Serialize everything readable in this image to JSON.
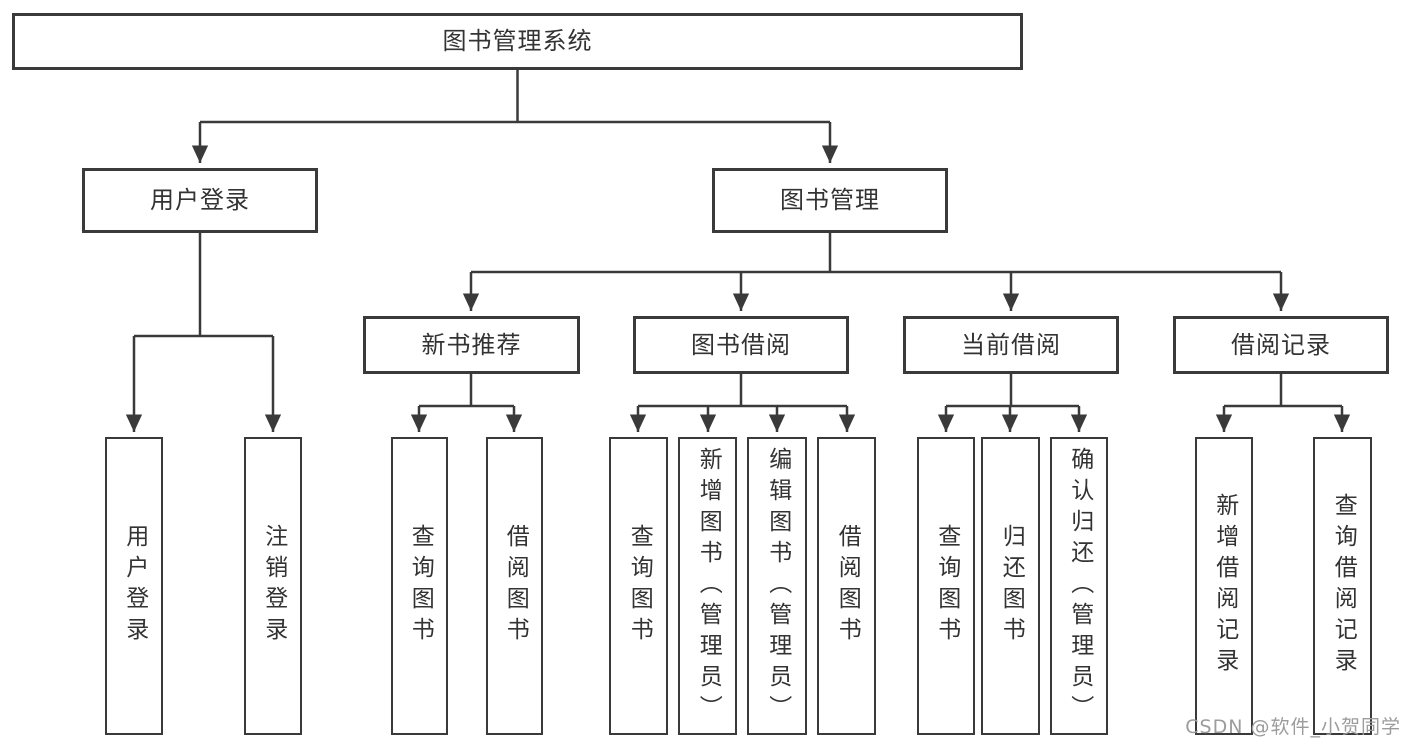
{
  "diagram": {
    "nodes": {
      "root": "图书管理系统",
      "user_login": "用户登录",
      "book_mgmt": "图书管理",
      "new_book_rec": "新书推荐",
      "book_borrow": "图书借阅",
      "current_borrow": "当前借阅",
      "borrow_records": "借阅记录",
      "leaf_user_login": "用户登录",
      "leaf_logout": "注销登录",
      "nb_query_books": "查询图书",
      "nb_borrow_books": "借阅图书",
      "bb_query_books": "查询图书",
      "bb_add_books": "新增图书（管理员）",
      "bb_edit_books": "编辑图书（管理员）",
      "bb_borrow_books": "借阅图书",
      "cb_query_books": "查询图书",
      "cb_return_books": "归还图书",
      "cb_confirm_return": "确认归还（管理员）",
      "br_add_record": "新增借阅记录",
      "br_query_record": "查询借阅记录"
    },
    "colors": {
      "line": "#3a3a3a",
      "border": "#3a3a3a",
      "text": "#333333",
      "background": "#ffffff",
      "watermark": "#9c9c9c"
    }
  },
  "watermark": {
    "text": "CSDN @软件_小贺同学"
  }
}
